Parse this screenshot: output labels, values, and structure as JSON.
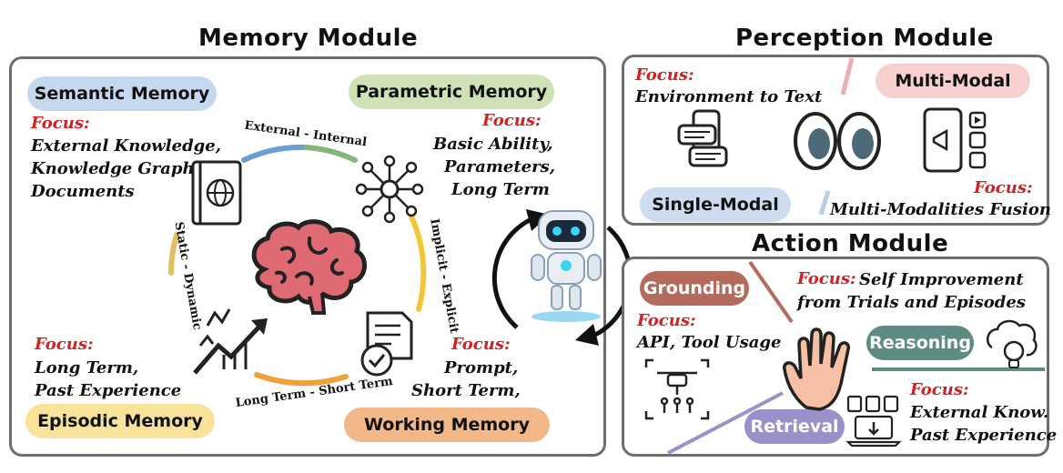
{
  "memory": {
    "title": "Memory Module",
    "semantic": {
      "label": "Semantic Memory",
      "focus": "Focus:",
      "lines": [
        "External Knowledge,",
        "Knowledge Graphs,",
        "Documents"
      ]
    },
    "parametric": {
      "label": "Parametric Memory",
      "focus": "Focus:",
      "lines": [
        "Basic Ability,",
        "Parameters,",
        "Long Term"
      ]
    },
    "episodic": {
      "label": "Episodic Memory",
      "focus": "Focus:",
      "lines": [
        "Long Term,",
        "Past Experience"
      ]
    },
    "working": {
      "label": "Working Memory",
      "focus": "Focus:",
      "lines": [
        "Prompt,",
        "Short Term,"
      ]
    },
    "arcs": {
      "top": "External - Internal",
      "right": "Implicit - Explicit",
      "bottom": "Long Term - Short Term",
      "left": "Static - Dynamic"
    }
  },
  "perception": {
    "title": "Perception Module",
    "focus1": "Focus:",
    "line1": "Environment to Text",
    "multi": "Multi-Modal",
    "single": "Single-Modal",
    "focus2": "Focus:",
    "line2": "Multi-Modalities Fusion"
  },
  "action": {
    "title": "Action Module",
    "grounding": "Grounding",
    "g_focus": "Focus:",
    "g_line": "API, Tool Usage",
    "top_focus": "Focus:",
    "top_line1": "Self Improvement",
    "top_line2": "from Trials and Episodes",
    "reasoning": "Reasoning",
    "retrieval": "Retrieval",
    "r_focus": "Focus:",
    "r_line1": "External Know.",
    "r_line2": "Past Experience"
  },
  "colors": {
    "semantic": "#c6d8ef",
    "parametric": "#cfe2b6",
    "episodic": "#f9e39a",
    "working": "#f2b887",
    "multi": "#f6cfcf",
    "single": "#cdddef",
    "grounding": "#b46a5c",
    "reasoning": "#5f8c82",
    "retrieval": "#9b90c9",
    "focus": "#d42020"
  },
  "icons": [
    "book-globe-icon",
    "network-icon",
    "brain-icon",
    "growth-arrow-icon",
    "document-check-icon",
    "robot-icon",
    "cycle-arrows-icon",
    "chat-icon",
    "eyes-icon",
    "multimedia-phone-icon",
    "drone-icon",
    "hand-icon",
    "brain-bulb-icon",
    "laptop-docs-icon"
  ]
}
